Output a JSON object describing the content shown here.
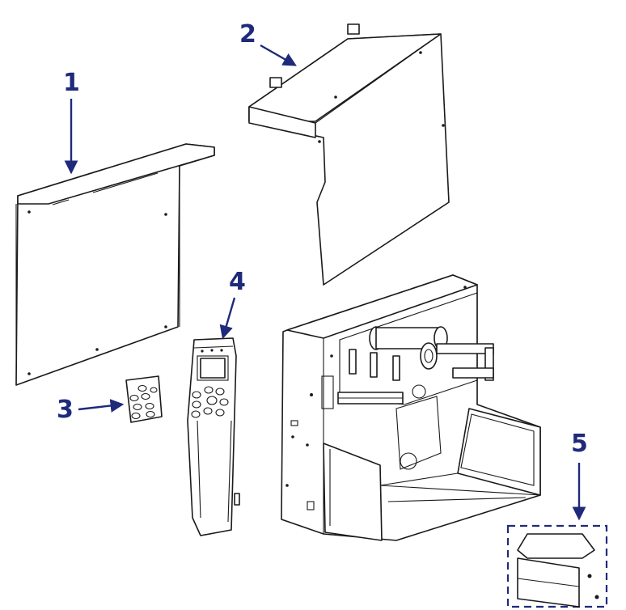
{
  "colors": {
    "callout": "#1f2a7a",
    "line": "#1a1a1a",
    "background": "#ffffff"
  },
  "callouts": [
    {
      "id": "1",
      "label": "1"
    },
    {
      "id": "2",
      "label": "2"
    },
    {
      "id": "3",
      "label": "3"
    },
    {
      "id": "4",
      "label": "4"
    },
    {
      "id": "5",
      "label": "5"
    }
  ]
}
